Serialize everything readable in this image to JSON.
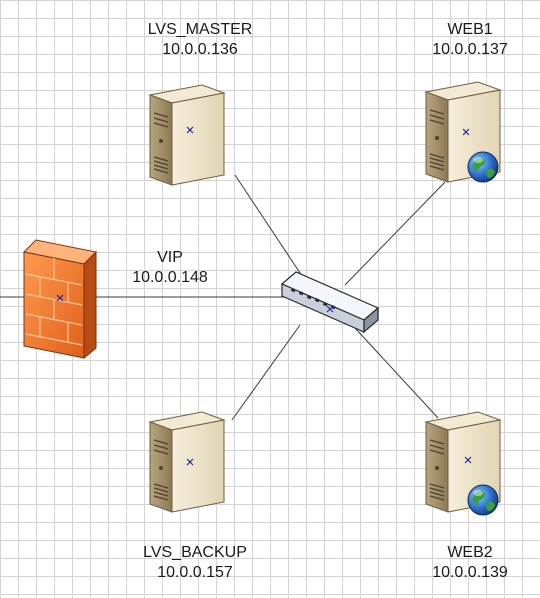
{
  "nodes": {
    "lvs_master": {
      "name": "LVS_MASTER",
      "ip": "10.0.0.136",
      "type": "server"
    },
    "web1": {
      "name": "WEB1",
      "ip": "10.0.0.137",
      "type": "web-server"
    },
    "vip": {
      "name": "VIP",
      "ip": "10.0.0.148",
      "type": "firewall"
    },
    "switch": {
      "type": "switch"
    },
    "lvs_backup": {
      "name": "LVS_BACKUP",
      "ip": "10.0.0.157",
      "type": "server"
    },
    "web2": {
      "name": "WEB2",
      "ip": "10.0.0.139",
      "type": "web-server"
    }
  },
  "links": [
    {
      "from": "lvs_master",
      "to": "switch"
    },
    {
      "from": "web1",
      "to": "switch"
    },
    {
      "from": "vip",
      "to": "switch"
    },
    {
      "from": "lvs_backup",
      "to": "switch"
    },
    {
      "from": "web2",
      "to": "switch"
    }
  ],
  "colors": {
    "server_body": "#e9ddc2",
    "firewall": "#f07a2c",
    "switch": "#e8edf5",
    "globe": "#2d6fcf",
    "link": "#3b3b3b"
  }
}
